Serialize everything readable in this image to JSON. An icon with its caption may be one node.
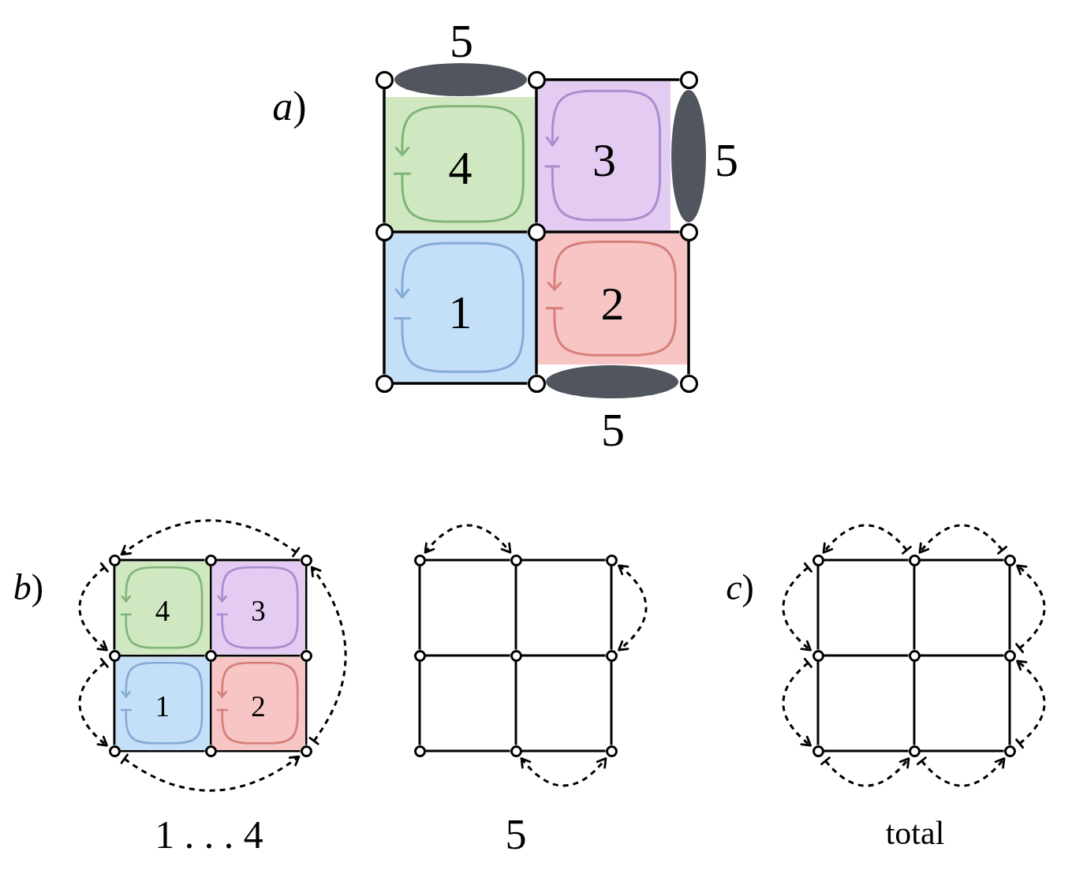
{
  "diagram": {
    "nodes": [
      {
        "text": [
          "4"
        ]
      },
      {
        "text": [
          "3"
        ]
      },
      {
        "text": [
          "1"
        ]
      },
      {
        "text": [
          "2"
        ]
      },
      {
        "text": [],
        "shape": "ellipse",
        "beside": [
          "5"
        ]
      },
      {
        "text": [],
        "shape": "ellipse",
        "beside": [
          "5"
        ]
      },
      {
        "text": [],
        "shape": "ellipse",
        "beside": [
          "5"
        ]
      },
      {
        "text": [],
        "shape": "circle"
      },
      {
        "text": [],
        "shape": "circle"
      },
      {
        "text": [],
        "shape": "circle"
      },
      {
        "text": [],
        "shape": "circle"
      },
      {
        "text": [],
        "shape": "circle"
      },
      {
        "text": [],
        "shape": "circle"
      },
      {
        "text": [],
        "shape": "circle"
      },
      {
        "text": [],
        "shape": "circle"
      },
      {
        "text": [],
        "shape": "circle"
      },
      {
        "text": [
          "4"
        ]
      },
      {
        "text": [
          "3"
        ]
      },
      {
        "text": [
          "1"
        ]
      },
      {
        "text": [
          "2"
        ]
      },
      {
        "text": [],
        "shape": "circle"
      },
      {
        "text": [],
        "shape": "circle"
      },
      {
        "text": [],
        "shape": "circle"
      },
      {
        "text": [],
        "shape": "circle"
      },
      {
        "text": [],
        "shape": "circle"
      },
      {
        "text": [],
        "shape": "circle"
      },
      {
        "text": [],
        "shape": "circle"
      },
      {
        "text": [],
        "shape": "circle"
      },
      {
        "text": [],
        "shape": "circle"
      },
      {
        "text": [],
        "shape": "circle"
      },
      {
        "text": [],
        "shape": "circle"
      },
      {
        "text": [],
        "shape": "circle"
      },
      {
        "text": [],
        "shape": "circle"
      },
      {
        "text": [],
        "shape": "circle"
      },
      {
        "text": [],
        "shape": "circle"
      },
      {
        "text": [],
        "shape": "circle"
      },
      {
        "text": [],
        "shape": "circle"
      },
      {
        "text": [],
        "shape": "circle"
      },
      {
        "text": [],
        "shape": "circle"
      },
      {
        "text": [],
        "shape": "circle"
      },
      {
        "text": [],
        "shape": "circle"
      },
      {
        "text": [],
        "shape": "circle"
      },
      {
        "text": [],
        "shape": "circle"
      },
      {
        "text": [],
        "shape": "circle"
      },
      {
        "text": [],
        "shape": "circle"
      },
      {
        "text": [],
        "shape": "circle"
      },
      {
        "text": [],
        "shape": "circle"
      }
    ],
    "edges": [
      {
        "from": 8,
        "to": 9,
        "arrow": "none"
      },
      {
        "from": 10,
        "to": 11,
        "arrow": "none"
      },
      {
        "from": 11,
        "to": 12,
        "arrow": "none"
      },
      {
        "from": 13,
        "to": 14,
        "arrow": "none"
      },
      {
        "from": 7,
        "to": 10,
        "arrow": "none"
      },
      {
        "from": 10,
        "to": 13,
        "arrow": "none"
      },
      {
        "from": 8,
        "to": 11,
        "arrow": "none"
      },
      {
        "from": 11,
        "to": 14,
        "arrow": "none"
      },
      {
        "from": 12,
        "to": 15,
        "arrow": "none"
      },
      {
        "from": 20,
        "to": 21,
        "arrow": "none"
      },
      {
        "from": 21,
        "to": 22,
        "arrow": "none"
      },
      {
        "from": 23,
        "to": 24,
        "arrow": "none"
      },
      {
        "from": 24,
        "to": 25,
        "arrow": "none"
      },
      {
        "from": 26,
        "to": 27,
        "arrow": "none"
      },
      {
        "from": 27,
        "to": 28,
        "arrow": "none"
      },
      {
        "from": 20,
        "to": 23,
        "arrow": "none"
      },
      {
        "from": 23,
        "to": 26,
        "arrow": "none"
      },
      {
        "from": 21,
        "to": 24,
        "arrow": "none"
      },
      {
        "from": 24,
        "to": 27,
        "arrow": "none"
      },
      {
        "from": 22,
        "to": 25,
        "arrow": "none"
      },
      {
        "from": 25,
        "to": 28,
        "arrow": "none"
      },
      {
        "from": 22,
        "to": 20,
        "arrow": "to",
        "style": "dashed"
      },
      {
        "from": 20,
        "to": 23,
        "arrow": "to",
        "style": "dashed"
      },
      {
        "from": 23,
        "to": 26,
        "arrow": "to",
        "style": "dashed"
      },
      {
        "from": 26,
        "to": 28,
        "arrow": "to",
        "style": "dashed"
      },
      {
        "from": 28,
        "to": 22,
        "arrow": "to",
        "style": "dashed"
      },
      {
        "from": 29,
        "to": 30,
        "arrow": "none"
      },
      {
        "from": 30,
        "to": 31,
        "arrow": "none"
      },
      {
        "from": 32,
        "to": 33,
        "arrow": "none"
      },
      {
        "from": 33,
        "to": 34,
        "arrow": "none"
      },
      {
        "from": 35,
        "to": 36,
        "arrow": "none"
      },
      {
        "from": 36,
        "to": 37,
        "arrow": "none"
      },
      {
        "from": 29,
        "to": 32,
        "arrow": "none"
      },
      {
        "from": 32,
        "to": 35,
        "arrow": "none"
      },
      {
        "from": 30,
        "to": 33,
        "arrow": "none"
      },
      {
        "from": 33,
        "to": 36,
        "arrow": "none"
      },
      {
        "from": 31,
        "to": 34,
        "arrow": "none"
      },
      {
        "from": 34,
        "to": 37,
        "arrow": "none"
      },
      {
        "from": 29,
        "to": 30,
        "arrow": "both",
        "style": "dashed"
      },
      {
        "from": 31,
        "to": 34,
        "arrow": "both",
        "style": "dashed"
      },
      {
        "from": 36,
        "to": 37,
        "arrow": "both",
        "style": "dashed"
      },
      {
        "from": 38,
        "to": 39,
        "arrow": "none"
      },
      {
        "from": 39,
        "to": 40,
        "arrow": "none"
      },
      {
        "from": 41,
        "to": 42,
        "arrow": "none"
      },
      {
        "from": 42,
        "to": 43,
        "arrow": "none"
      },
      {
        "from": 44,
        "to": 45,
        "arrow": "none"
      },
      {
        "from": 45,
        "to": 46,
        "arrow": "none"
      },
      {
        "from": 38,
        "to": 41,
        "arrow": "none"
      },
      {
        "from": 41,
        "to": 44,
        "arrow": "none"
      },
      {
        "from": 39,
        "to": 42,
        "arrow": "none"
      },
      {
        "from": 42,
        "to": 45,
        "arrow": "none"
      },
      {
        "from": 40,
        "to": 43,
        "arrow": "none"
      },
      {
        "from": 43,
        "to": 46,
        "arrow": "none"
      },
      {
        "from": 39,
        "to": 38,
        "arrow": "to",
        "style": "dashed"
      },
      {
        "from": 40,
        "to": 39,
        "arrow": "to",
        "style": "dashed"
      },
      {
        "from": 38,
        "to": 41,
        "arrow": "to",
        "style": "dashed"
      },
      {
        "from": 43,
        "to": 40,
        "arrow": "to",
        "style": "dashed"
      },
      {
        "from": 41,
        "to": 44,
        "arrow": "to",
        "style": "dashed"
      },
      {
        "from": 46,
        "to": 43,
        "arrow": "to",
        "style": "dashed"
      },
      {
        "from": 44,
        "to": 45,
        "arrow": "to",
        "style": "dashed"
      },
      {
        "from": 45,
        "to": 46,
        "arrow": "to",
        "style": "dashed"
      }
    ],
    "labels": [
      "*a*)",
      "*b*)",
      "*c*)",
      "1 . . . 4",
      "5",
      "total"
    ]
  }
}
